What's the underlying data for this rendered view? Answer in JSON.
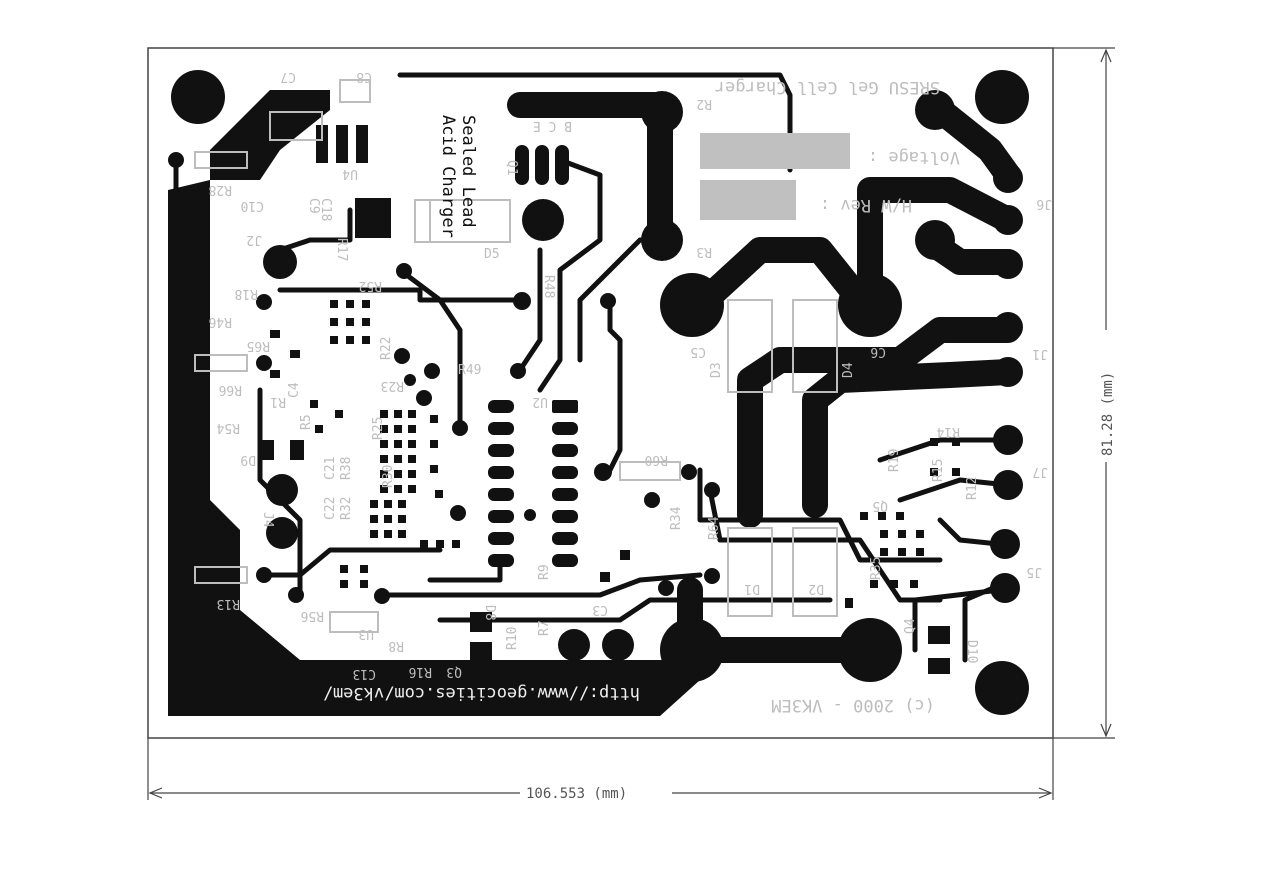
{
  "dimensions": {
    "width_label": "106.553 (mm)",
    "height_label": "81.28 (mm)"
  },
  "board": {
    "title_mirrored": "SRESU Gel Cell Charger",
    "product_lines": [
      "Sealed Lead",
      "Acid Charger"
    ],
    "voltage_label": "Voltage :",
    "hw_rev_label": "H/W Rev :",
    "copyright": "(c) 2000 - VK3EM",
    "url": "http://www.geocities.com/vk3em/",
    "transistor_pins": "B C E"
  },
  "components": [
    {
      "id": "C7",
      "label": "C7"
    },
    {
      "id": "C8",
      "label": "C8"
    },
    {
      "id": "U4",
      "label": "U4"
    },
    {
      "id": "R2",
      "label": "R2"
    },
    {
      "id": "R3",
      "label": "R3"
    },
    {
      "id": "Q1",
      "label": "Q1"
    },
    {
      "id": "D5",
      "label": "D5"
    },
    {
      "id": "R28",
      "label": "R28"
    },
    {
      "id": "C10",
      "label": "C10"
    },
    {
      "id": "C9",
      "label": "C9"
    },
    {
      "id": "C18",
      "label": "C18"
    },
    {
      "id": "J2",
      "label": "J2"
    },
    {
      "id": "R17",
      "label": "R17"
    },
    {
      "id": "R52",
      "label": "R52"
    },
    {
      "id": "R48",
      "label": "R48"
    },
    {
      "id": "R18",
      "label": "R18"
    },
    {
      "id": "R46",
      "label": "R46"
    },
    {
      "id": "R65",
      "label": "R65"
    },
    {
      "id": "R66",
      "label": "R66"
    },
    {
      "id": "R49",
      "label": "R49"
    },
    {
      "id": "U2",
      "label": "U2"
    },
    {
      "id": "C5",
      "label": "C5"
    },
    {
      "id": "D3",
      "label": "D3"
    },
    {
      "id": "D4",
      "label": "D4"
    },
    {
      "id": "C6",
      "label": "C6"
    },
    {
      "id": "J1",
      "label": "J1"
    },
    {
      "id": "J6",
      "label": "J6"
    },
    {
      "id": "R54",
      "label": "R54"
    },
    {
      "id": "D9",
      "label": "D9"
    },
    {
      "id": "J4",
      "label": "J4"
    },
    {
      "id": "R60",
      "label": "R60"
    },
    {
      "id": "R14",
      "label": "R14"
    },
    {
      "id": "J7",
      "label": "J7"
    },
    {
      "id": "R19",
      "label": "R19"
    },
    {
      "id": "R15",
      "label": "R15"
    },
    {
      "id": "R12",
      "label": "R12"
    },
    {
      "id": "R34",
      "label": "R34"
    },
    {
      "id": "R64",
      "label": "R64"
    },
    {
      "id": "D1",
      "label": "D1"
    },
    {
      "id": "D2",
      "label": "D2"
    },
    {
      "id": "J5",
      "label": "J5"
    },
    {
      "id": "R13",
      "label": "R13"
    },
    {
      "id": "R56",
      "label": "R56"
    },
    {
      "id": "U3",
      "label": "U3"
    },
    {
      "id": "C13",
      "label": "C13"
    },
    {
      "id": "Q3",
      "label": "Q3"
    },
    {
      "id": "R16",
      "label": "R16"
    },
    {
      "id": "D8",
      "label": "D8"
    },
    {
      "id": "R10",
      "label": "R10"
    },
    {
      "id": "R7",
      "label": "R7"
    },
    {
      "id": "C3",
      "label": "C3"
    },
    {
      "id": "D10",
      "label": "D10"
    },
    {
      "id": "Q4",
      "label": "Q4"
    },
    {
      "id": "C22",
      "label": "C22"
    },
    {
      "id": "C21",
      "label": "C21"
    },
    {
      "id": "R32",
      "label": "R32"
    },
    {
      "id": "R38",
      "label": "R38"
    },
    {
      "id": "R5",
      "label": "R5"
    },
    {
      "id": "C4",
      "label": "C4"
    },
    {
      "id": "R1",
      "label": "R1"
    },
    {
      "id": "R22",
      "label": "R22"
    },
    {
      "id": "R23",
      "label": "R23"
    },
    {
      "id": "R25",
      "label": "R25"
    },
    {
      "id": "R30",
      "label": "R30"
    },
    {
      "id": "R9",
      "label": "R9"
    },
    {
      "id": "R8",
      "label": "R8"
    },
    {
      "id": "Q5",
      "label": "Q5"
    },
    {
      "id": "R35",
      "label": "R35"
    }
  ]
}
